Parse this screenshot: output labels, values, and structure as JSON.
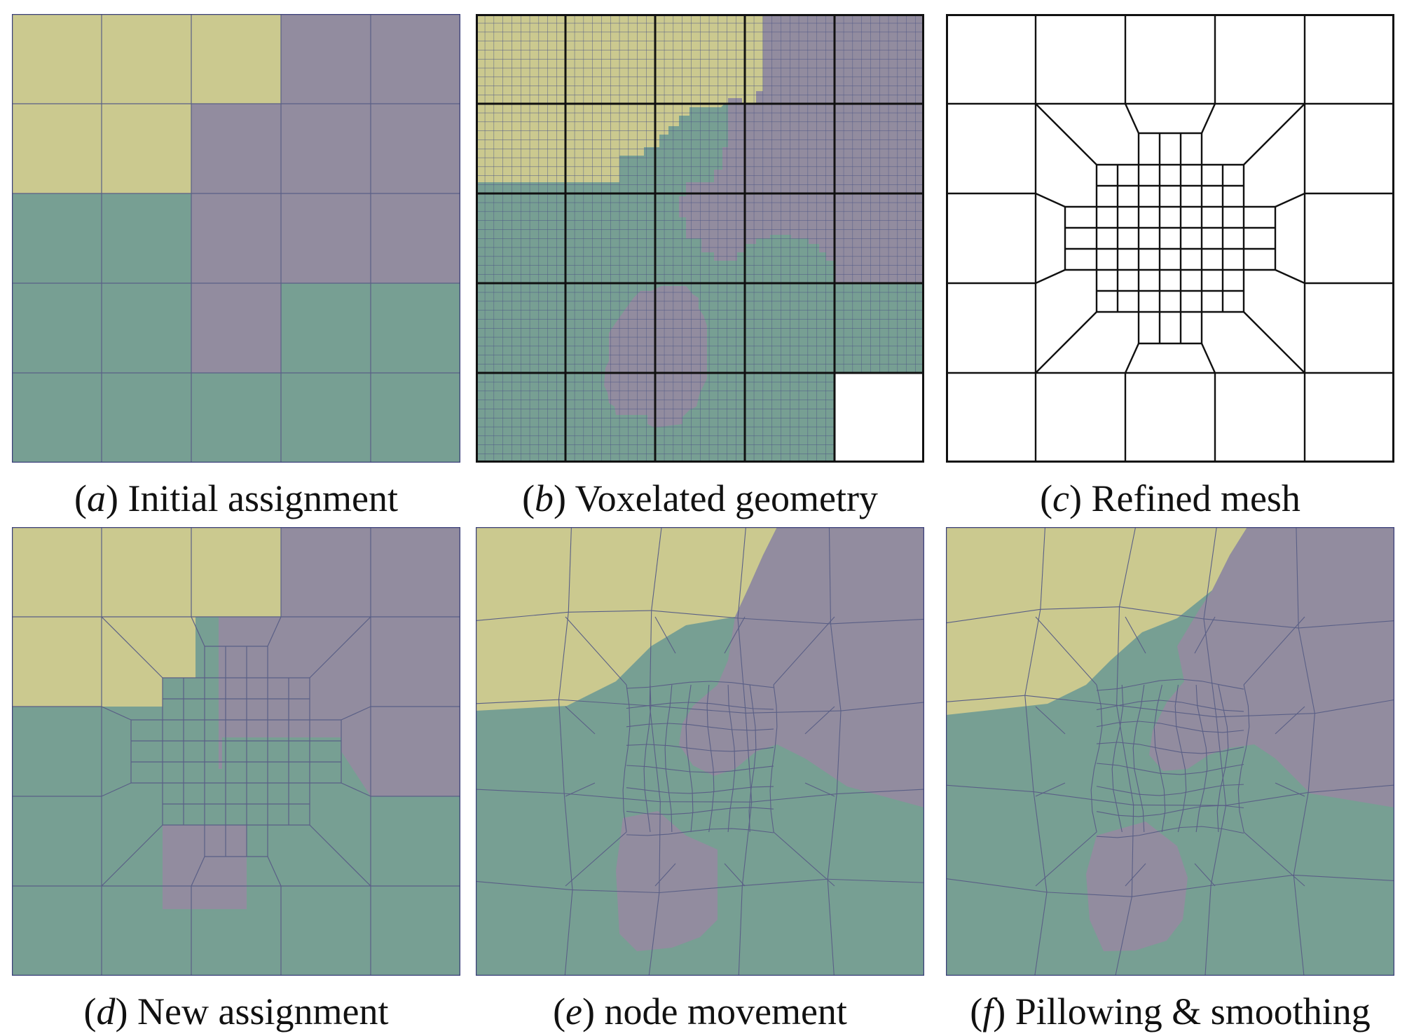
{
  "colors": {
    "yellow": "#cbc98f",
    "purple": "#928c9f",
    "teal": "#779f93",
    "mesh_line": "#5a5f86",
    "black": "#111111"
  },
  "panels": [
    {
      "id": "a",
      "label": "a",
      "caption": "Initial assignment"
    },
    {
      "id": "b",
      "label": "b",
      "caption": "Voxelated geometry"
    },
    {
      "id": "c",
      "label": "c",
      "caption": "Refined mesh"
    },
    {
      "id": "d",
      "label": "d",
      "caption": "New assignment"
    },
    {
      "id": "e",
      "label": "e",
      "caption": "node movement"
    },
    {
      "id": "f",
      "label": "f",
      "caption": "Pillowing & smoothing"
    }
  ]
}
